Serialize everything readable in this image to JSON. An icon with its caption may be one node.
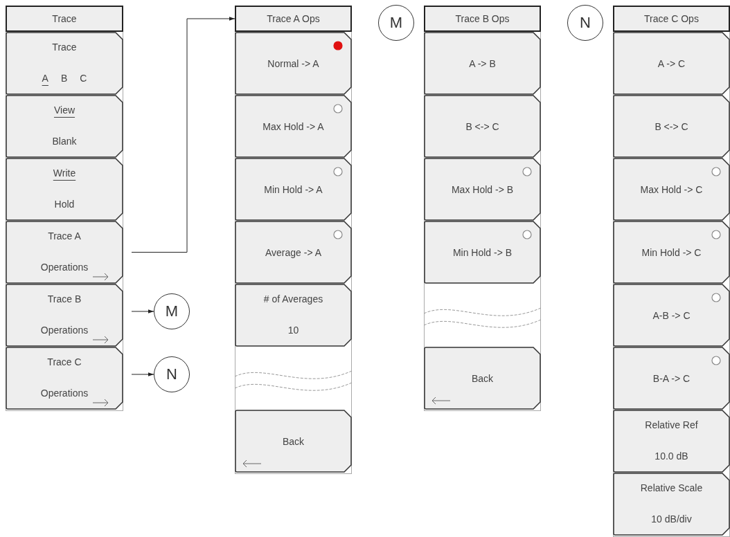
{
  "diagram": {
    "nodes": [
      {
        "text": [
          "Trace"
        ]
      },
      {
        "text": [
          "Trace",
          "A",
          "B",
          "C"
        ]
      },
      {
        "text": [
          "View",
          "Blank"
        ]
      },
      {
        "text": [
          "Write",
          "Hold"
        ]
      },
      {
        "text": [
          "Trace A",
          "Operations"
        ]
      },
      {
        "text": [
          "Trace B",
          "Operations"
        ]
      },
      {
        "text": [
          "Trace C",
          "Operations"
        ]
      },
      {
        "text": [
          "M"
        ]
      },
      {
        "text": [
          "N"
        ]
      },
      {
        "text": [
          "Trace A Ops"
        ]
      },
      {
        "text": [
          "Normal -> A"
        ]
      },
      {
        "text": [
          "Max Hold -> A"
        ]
      },
      {
        "text": [
          "Min Hold -> A"
        ]
      },
      {
        "text": [
          "Average -> A"
        ]
      },
      {
        "text": [
          "# of Averages",
          "10"
        ]
      },
      {
        "text": [
          "Back"
        ]
      },
      {
        "text": [
          "M"
        ]
      },
      {
        "text": [
          "Trace B Ops"
        ]
      },
      {
        "text": [
          "A -> B"
        ]
      },
      {
        "text": [
          "B <-> C"
        ]
      },
      {
        "text": [
          "Max Hold -> B"
        ]
      },
      {
        "text": [
          "Min Hold -> B"
        ]
      },
      {
        "text": [
          "Back"
        ]
      },
      {
        "text": [
          "N"
        ]
      },
      {
        "text": [
          "Trace C Ops"
        ]
      },
      {
        "text": [
          "A -> C"
        ]
      },
      {
        "text": [
          "B <-> C"
        ]
      },
      {
        "text": [
          "Max Hold -> C"
        ]
      },
      {
        "text": [
          "Min Hold -> C"
        ]
      },
      {
        "text": [
          "A-B -> C"
        ]
      },
      {
        "text": [
          "B-A -> C"
        ]
      },
      {
        "text": [
          "Relative Ref",
          "10.0 dB"
        ]
      },
      {
        "text": [
          "Relative Scale",
          "10 dB/div"
        ]
      }
    ],
    "edges": [
      {
        "from": 4,
        "to": 9,
        "arrow": "to"
      },
      {
        "from": 5,
        "to": 7,
        "arrow": "to"
      },
      {
        "from": 6,
        "to": 8,
        "arrow": "to"
      }
    ]
  }
}
